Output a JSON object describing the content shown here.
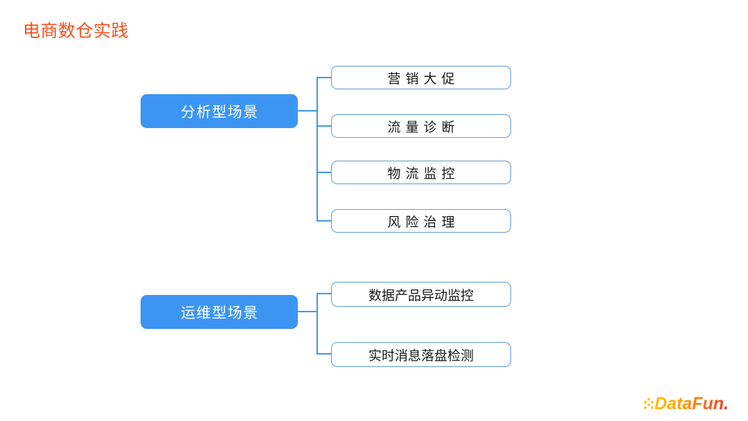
{
  "slide": {
    "title": "电商数仓实践",
    "title_color": "#f4511e",
    "background": "#ffffff"
  },
  "theme": {
    "parent_fill": "#3d95f3",
    "parent_text": "#ffffff",
    "child_border": "#5b9bd5",
    "child_fill": "#ffffff",
    "child_text": "#1a1a1a",
    "connector": "#3d95f3"
  },
  "diagram": {
    "type": "tree",
    "groups": [
      {
        "id": "analytical",
        "parent": {
          "label": "分析型场景"
        },
        "children": [
          {
            "label": "营销大促",
            "spaced": true
          },
          {
            "label": "流量诊断",
            "spaced": true
          },
          {
            "label": "物流监控",
            "spaced": true
          },
          {
            "label": "风险治理",
            "spaced": true
          }
        ]
      },
      {
        "id": "operational",
        "parent": {
          "label": "运维型场景"
        },
        "children": [
          {
            "label": "数据产品异动监控",
            "spaced": false
          },
          {
            "label": "实时消息落盘检测",
            "spaced": false
          }
        ]
      }
    ]
  },
  "footer": {
    "logo_text": "DataFun.",
    "logo_name": "datafun-logo"
  }
}
